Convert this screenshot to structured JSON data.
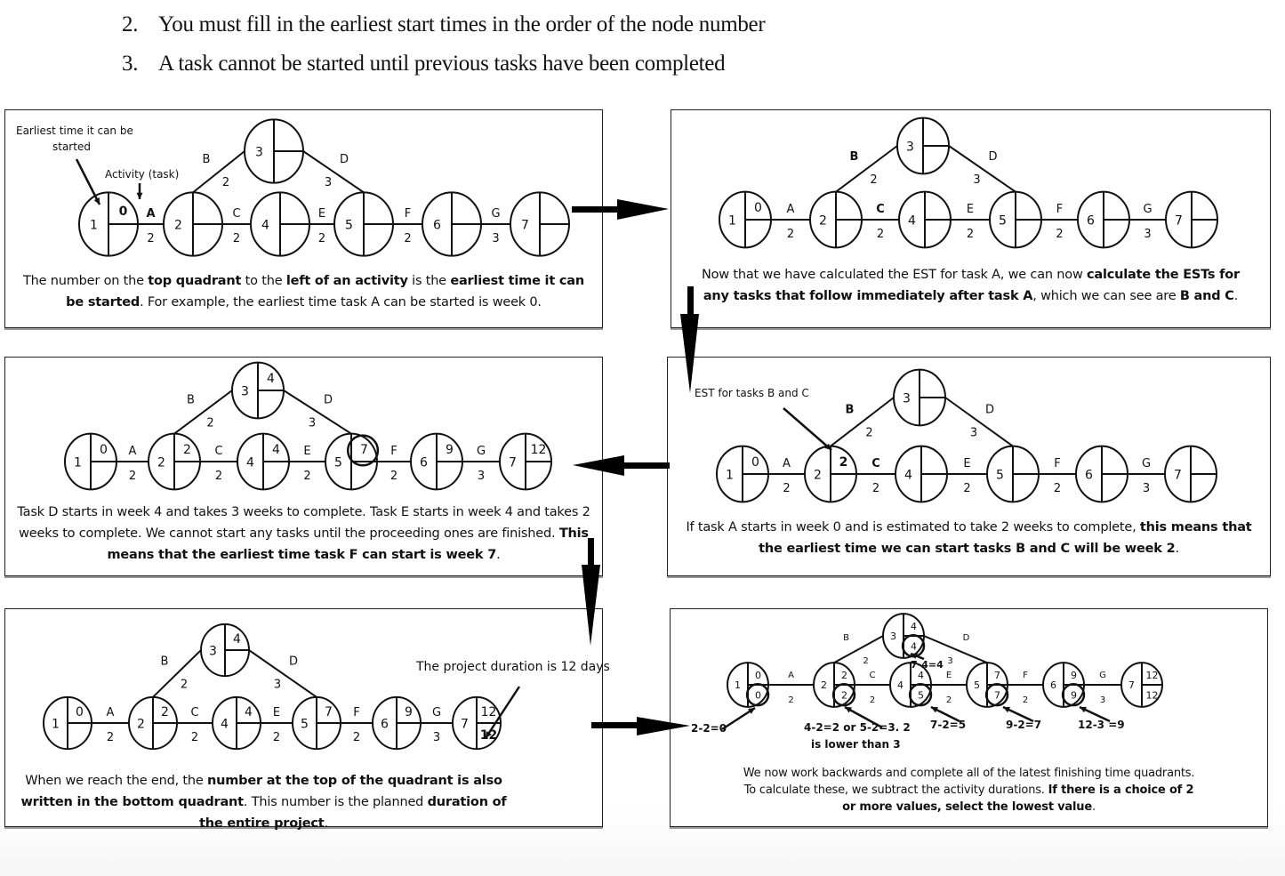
{
  "rules": [
    {
      "number": "2.",
      "text": "You must fill in the earliest start times in the order of the node number"
    },
    {
      "number": "3.",
      "text": "A task cannot be started until previous tasks have been completed"
    }
  ],
  "network": {
    "nodes": [
      "1",
      "2",
      "3",
      "4",
      "5",
      "6",
      "7"
    ],
    "activities": [
      {
        "name": "A",
        "duration": "2",
        "from": "1",
        "to": "2"
      },
      {
        "name": "B",
        "duration": "2",
        "from": "2",
        "to": "3"
      },
      {
        "name": "C",
        "duration": "2",
        "from": "2",
        "to": "4"
      },
      {
        "name": "D",
        "duration": "3",
        "from": "3",
        "to": "5"
      },
      {
        "name": "E",
        "duration": "2",
        "from": "4",
        "to": "5"
      },
      {
        "name": "F",
        "duration": "2",
        "from": "5",
        "to": "6"
      },
      {
        "name": "G",
        "duration": "3",
        "from": "6",
        "to": "7"
      }
    ]
  },
  "panels": [
    {
      "id": "step1",
      "est": {
        "1": "0"
      },
      "lft": {},
      "bold_activities": [
        "A"
      ],
      "bold_est": [
        "1"
      ],
      "annotations": [
        "Earliest time it can be",
        "started",
        "Activity (task)"
      ],
      "caption_html": "The number on the <b>top quadrant</b> to the <b>left of an activity</b> is the <b>earliest time it can be started</b>. For example, the earliest time task A can be started is week 0."
    },
    {
      "id": "step2",
      "est": {
        "1": "0"
      },
      "lft": {},
      "bold_activities": [
        "B",
        "C"
      ],
      "bold_est": [],
      "annotations": [],
      "caption_html": "Now that we have calculated the EST for task A, we can now <b>calculate the ESTs for any tasks that follow immediately after task A</b>, which we can see are <b>B and C</b>."
    },
    {
      "id": "step3",
      "est": {
        "1": "0",
        "2": "2"
      },
      "lft": {},
      "bold_activities": [
        "B",
        "C"
      ],
      "bold_est": [
        "2"
      ],
      "annotations": [
        "EST for tasks B and C"
      ],
      "caption_html": "If task A starts in week 0 and is estimated to take 2 weeks to complete, <b>this means that the earliest time we can start tasks B and C will be week 2</b>."
    },
    {
      "id": "step4",
      "est": {
        "1": "0",
        "2": "2",
        "3": "4",
        "4": "4",
        "5": "7",
        "6": "9",
        "7": "12"
      },
      "lft": {},
      "bold_activities": [],
      "bold_est": [],
      "highlight_est": [
        "5"
      ],
      "annotations": [],
      "caption_html": "Task D starts in week 4 and takes 3 weeks to complete. Task E starts in week 4 and takes 2 weeks to complete. We cannot start any tasks until the proceeding ones are finished. <b>This means that the earliest time task F can start is week 7</b>."
    },
    {
      "id": "step5",
      "est": {
        "1": "0",
        "2": "2",
        "3": "4",
        "4": "4",
        "5": "7",
        "6": "9",
        "7": "12"
      },
      "lft": {
        "7": "12"
      },
      "bold_activities": [],
      "bold_est": [],
      "bold_lft": [
        "7"
      ],
      "annotations": [
        "The project duration is 12 days"
      ],
      "caption_html": "When we reach the end, the <b>number at the top of the quadrant is also written in the bottom quadrant</b>. This number is the planned <b>duration of the entire project</b>."
    },
    {
      "id": "step6",
      "est": {
        "1": "0",
        "2": "2",
        "3": "4",
        "4": "4",
        "5": "7",
        "6": "9",
        "7": "12"
      },
      "lft": {
        "1": "0",
        "2": "2",
        "3": "4",
        "4": "5",
        "5": "7",
        "6": "9",
        "7": "12"
      },
      "bold_activities": [],
      "bold_est": [],
      "highlight_lft": [
        "1",
        "2",
        "3",
        "4",
        "5",
        "6"
      ],
      "annotations": [
        "2-2=0",
        "4-2=2 or 5-2=3. 2",
        "is lower than 3",
        "7-4=4",
        "7-2=5",
        "9-2=7",
        "12-3 =9"
      ],
      "caption_html": "We now work backwards and complete all of the latest finishing time quadrants. To calculate these, we subtract the activity durations. <b>If there is a choice of 2 or more values, select the lowest value</b>."
    }
  ]
}
